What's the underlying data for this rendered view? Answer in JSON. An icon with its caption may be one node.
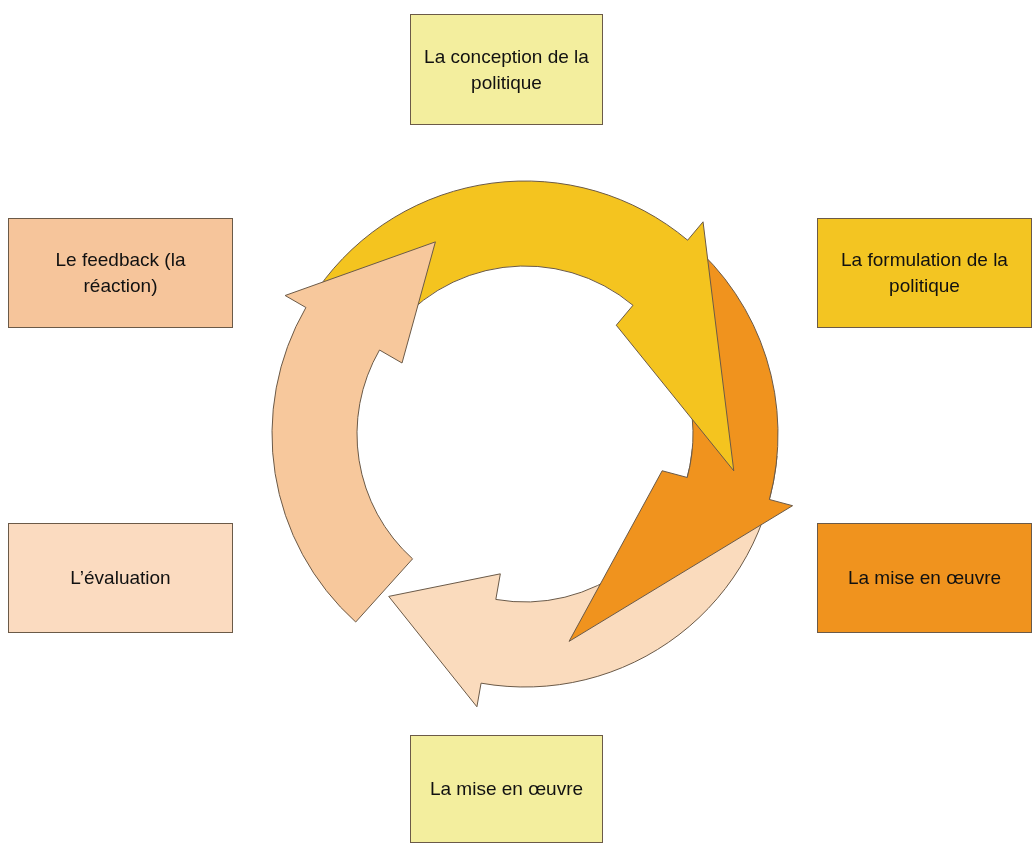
{
  "diagram": {
    "nodes": [
      {
        "text": [
          "La conception de la politique"
        ]
      },
      {
        "text": [
          "Le feedback (la réaction)"
        ]
      },
      {
        "text": [
          "La formulation de la politique"
        ]
      },
      {
        "text": [
          "L’évaluation"
        ]
      },
      {
        "text": [
          "La mise en œuvre"
        ]
      },
      {
        "text": [
          "La mise en œuvre"
        ]
      }
    ]
  }
}
